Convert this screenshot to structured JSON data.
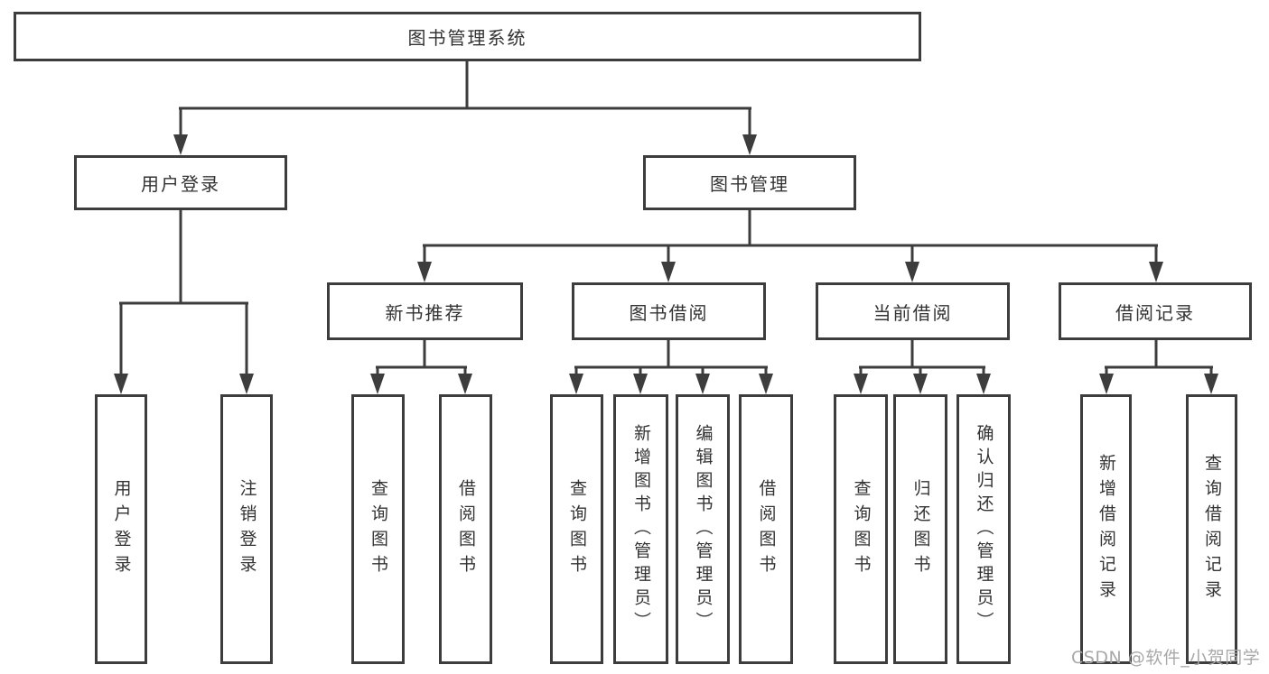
{
  "diagram": {
    "type": "hierarchy-tree",
    "title": "图书管理系统",
    "level2": {
      "user_login": "用户登录",
      "book_mgmt": "图书管理"
    },
    "level3": {
      "new_book": "新书推荐",
      "book_borrow": "图书借阅",
      "current_borrow": "当前借阅",
      "borrow_record": "借阅记录"
    },
    "leaves": {
      "user_login": "用户登录",
      "logout": "注销登录",
      "nb_query": "查询图书",
      "nb_borrow": "借阅图书",
      "bb_query": "查询图书",
      "bb_add": "新增图书（管理员）",
      "bb_edit": "编辑图书（管理员）",
      "bb_borrow": "借阅图书",
      "cb_query": "查询图书",
      "cb_return": "归还图书",
      "cb_confirm": "确认归还（管理员）",
      "br_add": "新增借阅记录",
      "br_query": "查询借阅记录"
    }
  },
  "watermark": {
    "text": "CSDN @软件_小贺同学"
  },
  "colors": {
    "line": "#3d3d3d",
    "border": "#3d3d3d",
    "text": "#333333",
    "watermark": "#a8a8a8",
    "background": "#ffffff"
  }
}
